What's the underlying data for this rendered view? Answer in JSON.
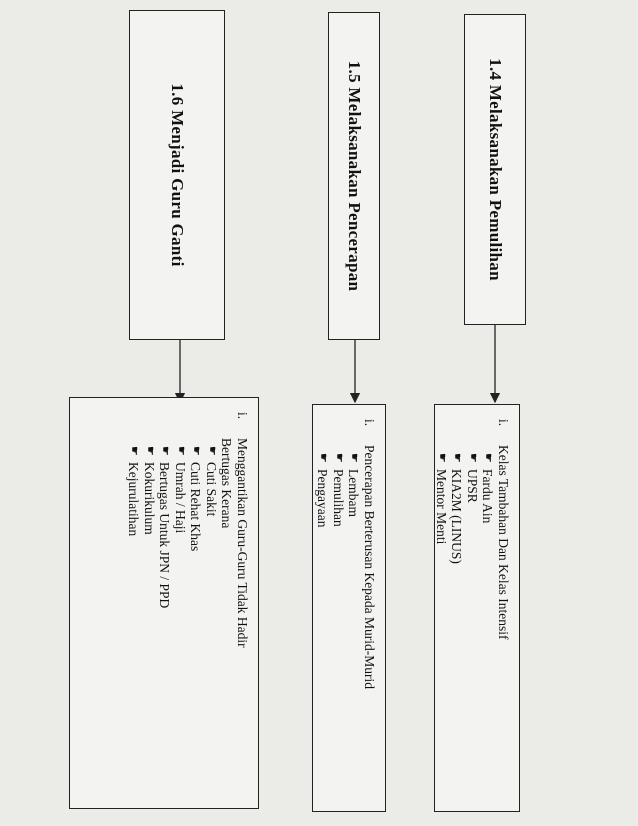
{
  "sections": [
    {
      "heading": "1.4  Melaksanakan Pemulihan",
      "number": "i.",
      "lines": [
        "Kelas Tambahan Dan Kelas Intensif"
      ],
      "items": [
        "Fardu Ain",
        "UPSR",
        "KIA2M (LINUS)",
        "Mentor Menti"
      ]
    },
    {
      "heading": "1.5  Melaksanakan Pencerapan",
      "number": "i.",
      "lines": [
        "Pencerapan Berterusan Kepada Murid-Murid"
      ],
      "items": [
        "Lembam",
        "Pemulihan",
        "Pengayaan"
      ]
    },
    {
      "heading": "1.6  Menjadi Guru Ganti",
      "number": "i.",
      "lines": [
        "Menggantikan Guru-Guru Tidak Hadir",
        "Bertugas Kerana"
      ],
      "items": [
        "Cuti Sakit",
        "Cuti Rehat Khas",
        "Umrah / Haji",
        "Bertugas Untuk JPN / PPD",
        "Kokurikulum",
        "Kejurulatihan"
      ]
    }
  ]
}
